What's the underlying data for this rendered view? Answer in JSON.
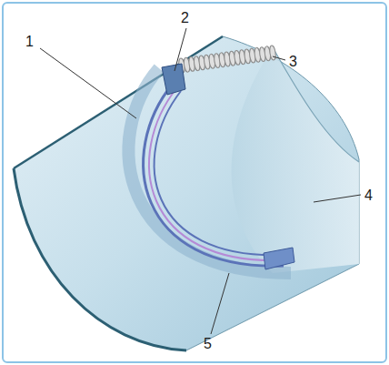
{
  "diagram": {
    "labels": [
      "2",
      "1",
      "3",
      "4",
      "5"
    ]
  }
}
